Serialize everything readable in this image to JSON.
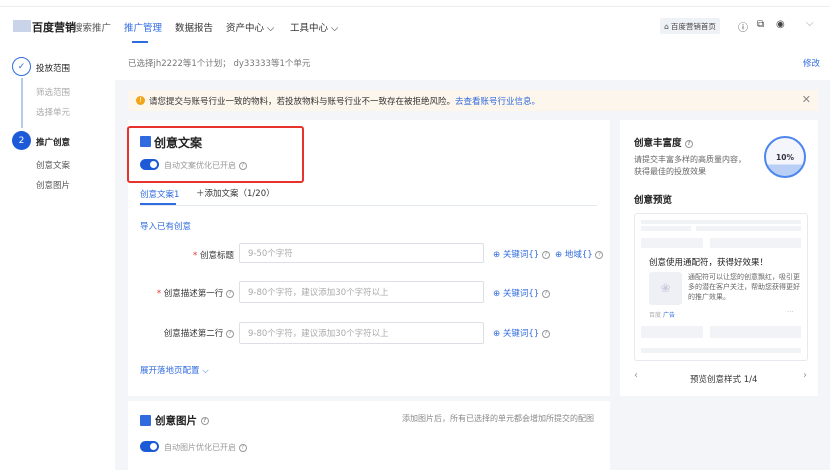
{
  "header": {
    "logo": "百度营销",
    "product": "搜索推广",
    "nav": [
      {
        "label": "推广管理",
        "active": true
      },
      {
        "label": "数据报告"
      },
      {
        "label": "资产中心",
        "dropdown": true
      },
      {
        "label": "工具中心",
        "dropdown": true
      }
    ],
    "home_button": "百度营销首页",
    "icons": [
      "help-icon",
      "copy-icon",
      "user-icon",
      "chevron-down-icon"
    ]
  },
  "sidebar": {
    "steps": [
      {
        "label": "投放范围",
        "status": "done",
        "sub": [
          "筛选范围",
          "选择单元"
        ]
      },
      {
        "number": "2",
        "label": "推广创意",
        "status": "active",
        "sub": [
          "创意文案",
          "创意图片"
        ]
      }
    ]
  },
  "breadcrumb": {
    "text": "已选择jh2222等1个计划； dy33333等1个单元",
    "edit": "修改"
  },
  "alert": {
    "text": "请您提交与账号行业一致的物料，若投放物料与账号行业不一致存在被拒绝风险。",
    "link": "去查看账号行业信息。"
  },
  "copy": {
    "title": "创意文案",
    "toggle_label": "自动文案优化已开启",
    "toggle_on": true,
    "tabs": [
      "创意文案1",
      "添加文案（1/20）"
    ],
    "import": "导入已有创意",
    "fields": [
      {
        "label": "创意标题",
        "required": true,
        "placeholder": "9-50个字符",
        "actions": [
          "关键词{}",
          "地域{}"
        ]
      },
      {
        "label": "创意描述第一行",
        "required": true,
        "placeholder": "9-80个字符，建议添加30个字符以上",
        "actions": [
          "关键词{}"
        ]
      },
      {
        "label": "创意描述第二行",
        "required": false,
        "placeholder": "9-80个字符，建议添加30个字符以上",
        "actions": [
          "关键词{}"
        ]
      }
    ],
    "expand": "展开落地页配置"
  },
  "richness": {
    "title": "创意丰富度",
    "desc1": "请提交丰富多样的高质量内容，",
    "desc2": "获得最佳的投放效果",
    "percent": "10%"
  },
  "preview": {
    "title": "创意预览",
    "ad_title": "创意使用通配符，获得好效果！",
    "ad_desc": "通配符可以让您的创意飘红，吸引更多的潜在客户关注，帮助您获得更好的推广效果。",
    "source": "百度",
    "ad_tag": "广告",
    "nav_label": "预览创意样式 1/4"
  },
  "image": {
    "title": "创意图片",
    "hint": "添加图片后，所有已选择的单元都会增加所提交的配图",
    "toggle_label": "自动图片优化已开启",
    "toggle_on": true
  }
}
